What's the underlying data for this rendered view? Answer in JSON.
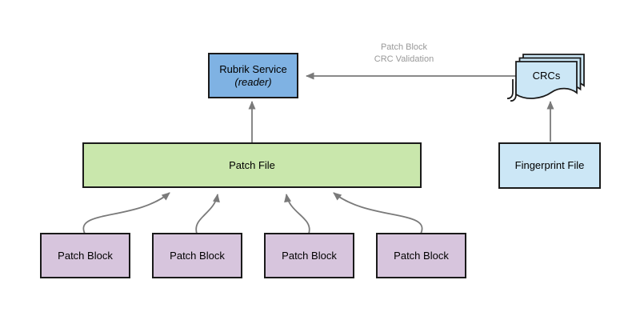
{
  "diagram": {
    "nodes": {
      "rubrik_service": {
        "line1": "Rubrik Service",
        "line2": "(reader)"
      },
      "patch_file": {
        "label": "Patch File"
      },
      "fingerprint_file": {
        "label": "Fingerprint File"
      },
      "crcs": {
        "label": "CRCs"
      },
      "patch_blocks": [
        {
          "label": "Patch Block"
        },
        {
          "label": "Patch Block"
        },
        {
          "label": "Patch Block"
        },
        {
          "label": "Patch Block"
        }
      ]
    },
    "edges": {
      "crcs_to_rubrik": {
        "label_line1": "Patch Block",
        "label_line2": "CRC Validation"
      }
    },
    "colors": {
      "service_fill": "#7FB2E3",
      "document_fill": "#CCE7F6",
      "patch_file_fill": "#C9E7AC",
      "patch_block_fill": "#D7C5DD",
      "shape_border": "#1A1A1A",
      "connector": "#7A7A7A",
      "edge_label_text": "#999999"
    }
  }
}
